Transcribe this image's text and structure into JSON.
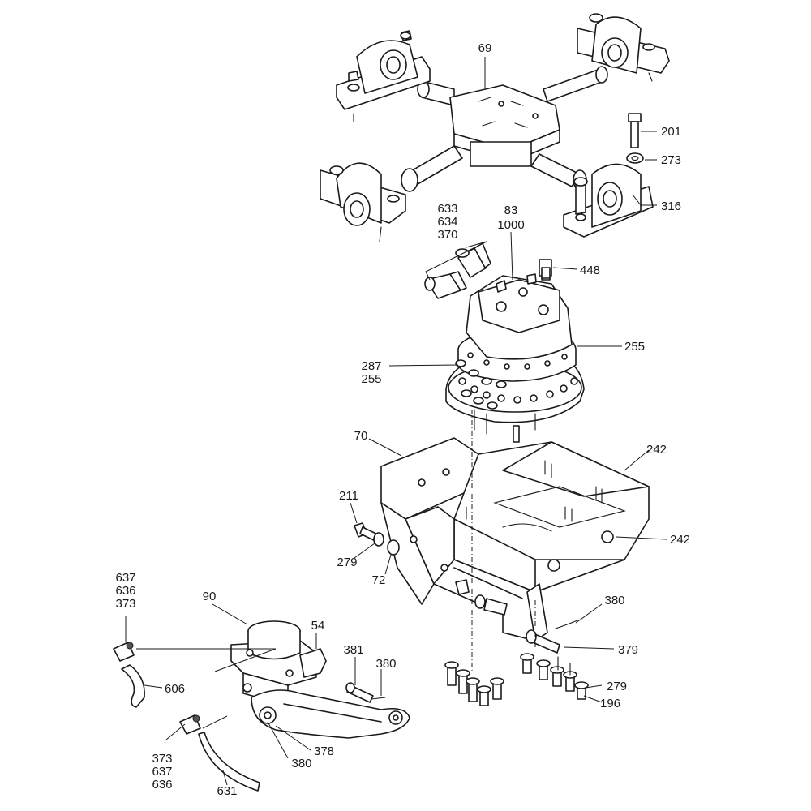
{
  "labels": {
    "l69": "69",
    "l201": "201",
    "l273": "273",
    "l316": "316",
    "l633": "633",
    "l634": "634",
    "l370": "370",
    "l83": "83",
    "l1000": "1000",
    "l448": "448",
    "l255a": "255",
    "l287": "287",
    "l255b": "255",
    "l70": "70",
    "l242a": "242",
    "l242b": "242",
    "l211": "211",
    "l279a": "279",
    "l72": "72",
    "l637a": "637",
    "l636a": "636",
    "l373a": "373",
    "l90": "90",
    "l54": "54",
    "l381": "381",
    "l380a": "380",
    "l380b": "380",
    "l379": "379",
    "l279b": "279",
    "l196": "196",
    "l606": "606",
    "l373b": "373",
    "l637b": "637",
    "l636b": "636",
    "l631": "631",
    "l378": "378",
    "l380c": "380"
  }
}
